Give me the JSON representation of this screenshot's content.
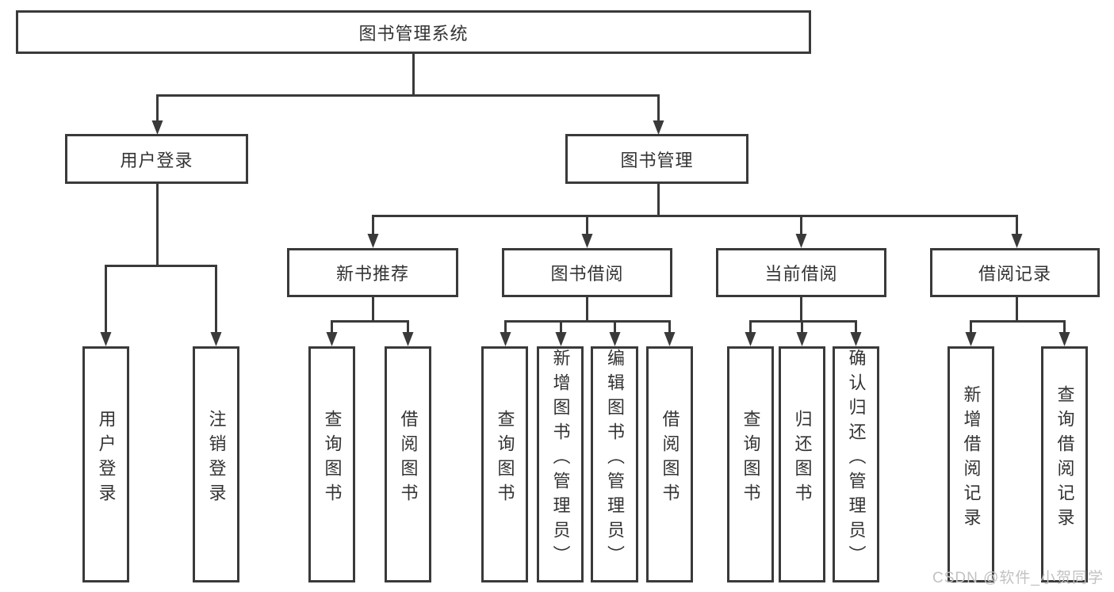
{
  "diagram_title": "图书管理系统",
  "nodes": {
    "root": {
      "label": "图书管理系统"
    },
    "user_login": {
      "label": "用户登录"
    },
    "book_mgmt": {
      "label": "图书管理"
    },
    "new_book_rec": {
      "label": "新书推荐"
    },
    "book_borrow": {
      "label": "图书借阅"
    },
    "current_borrow": {
      "label": "当前借阅"
    },
    "borrow_records": {
      "label": "借阅记录"
    },
    "ul_user_login": {
      "label": "用户登录"
    },
    "ul_logout": {
      "label": "注销登录"
    },
    "nr_query_books": {
      "label": "查询图书"
    },
    "nr_borrow_books": {
      "label": "借阅图书"
    },
    "bb_query_books": {
      "label": "查询图书"
    },
    "bb_add_books": {
      "label": "新增图书（管理员）"
    },
    "bb_edit_books": {
      "label": "编辑图书（管理员）"
    },
    "bb_borrow_books": {
      "label": "借阅图书"
    },
    "cb_query_books": {
      "label": "查询图书"
    },
    "cb_return_books": {
      "label": "归还图书"
    },
    "cb_confirm_return": {
      "label": "确认归还（管理员）"
    },
    "br_add_record": {
      "label": "新增借阅记录"
    },
    "br_query_record": {
      "label": "查询借阅记录"
    }
  },
  "hierarchy": {
    "图书管理系统": {
      "用户登录": [
        "用户登录",
        "注销登录"
      ],
      "图书管理": {
        "新书推荐": [
          "查询图书",
          "借阅图书"
        ],
        "图书借阅": [
          "查询图书",
          "新增图书（管理员）",
          "编辑图书（管理员）",
          "借阅图书"
        ],
        "当前借阅": [
          "查询图书",
          "归还图书",
          "确认归还（管理员）"
        ],
        "借阅记录": [
          "新增借阅记录",
          "查询借阅记录"
        ]
      }
    }
  },
  "watermark": {
    "text": "CSDN @软件_小贺同学"
  },
  "colors": {
    "line": "#3a3a3a",
    "box_border": "#3a3a3a",
    "box_fill": "#ffffff",
    "text": "#333333",
    "watermark": "#c2c2c2",
    "background": "#ffffff"
  }
}
